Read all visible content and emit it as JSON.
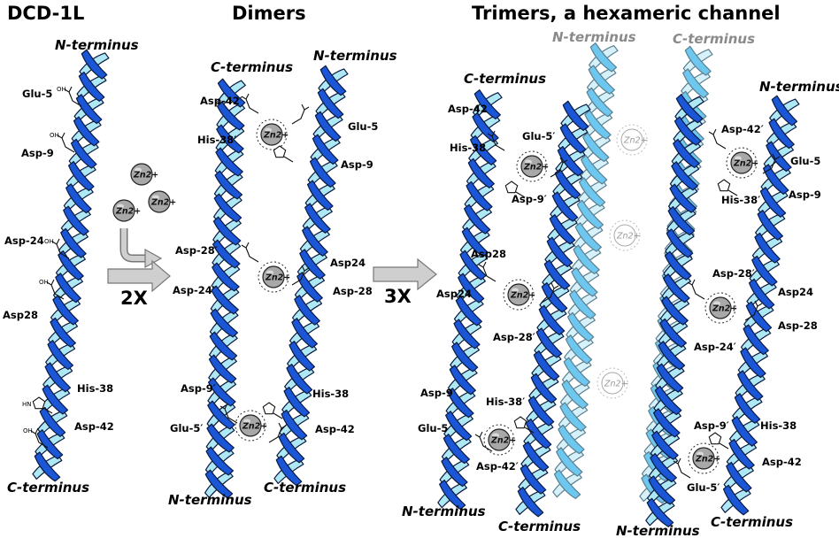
{
  "titles": {
    "monomer": "DCD-1L",
    "dimer": "Dimers",
    "trimer": "Trimers, a hexameric channel"
  },
  "multipliers": {
    "first": "2X",
    "second": "3X"
  },
  "ion_label": "Zn2+",
  "chemistry": {
    "carboxyl": "OH",
    "imidazole": "HN"
  },
  "colors": {
    "helix_front": "#1a56d6",
    "helix_back": "#aee8f5",
    "helix_faded_front": "#6ec7ee",
    "helix_faded_back": "#d6f1fa",
    "zinc": "#a8a8a8",
    "arrow": "#c8c8c8"
  },
  "monomer": {
    "n_terminus": "N-terminus",
    "c_terminus": "C-terminus",
    "residues": [
      "Glu-5",
      "Asp-9",
      "Asp-24",
      "Asp28",
      "His-38",
      "Asp-42"
    ]
  },
  "dimer": {
    "c_terminus_top": "C-terminus",
    "n_terminus_top": "N-terminus",
    "n_terminus_bottom": "N-terminus",
    "c_terminus_bottom": "C-terminus",
    "left_residues": [
      "Asp-42′",
      "His-38′",
      "Asp-28′",
      "Asp-24′",
      "Asp-9′",
      "Glu-5′"
    ],
    "right_residues": [
      "Glu-5",
      "Asp-9",
      "Asp24",
      "Asp-28",
      "His-38",
      "Asp-42"
    ]
  },
  "trimer": {
    "back_n_terminus": "N-terminus",
    "back_c_terminus": "C-terminus",
    "left_c_terminus": "C-terminus",
    "right_n_terminus": "N-terminus",
    "bottom_n_terminus_left": "N-terminus",
    "bottom_c_terminus_left": "C-terminus",
    "bottom_n_terminus_center": "N-terminus",
    "bottom_c_terminus_right": "C-terminus",
    "left_residues": [
      "Asp-42",
      "His-38",
      "Glu-5′",
      "Asp-9′",
      "Asp28",
      "Asp24",
      "Asp-28′",
      "Asp-9",
      "Glu-5",
      "His-38′",
      "Asp-42′"
    ],
    "right_residues": [
      "Asp-42′",
      "Glu-5",
      "His-38′",
      "Asp-9",
      "Asp-28′",
      "Asp24",
      "Asp-24′",
      "Asp-28",
      "Asp-9′",
      "His-38",
      "Asp-42",
      "Glu-5′"
    ]
  }
}
